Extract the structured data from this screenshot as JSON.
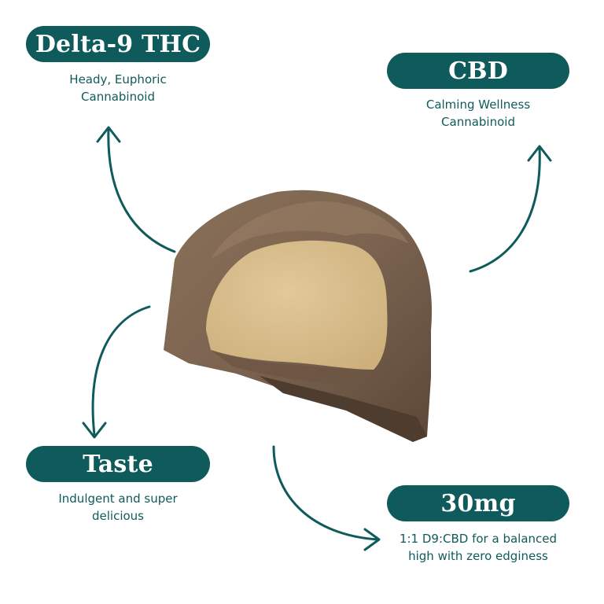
{
  "colors": {
    "accent": "#0f5b5b",
    "shell": "#7a6350",
    "filling": "#d9bf8d"
  },
  "callouts": {
    "thc": {
      "title": "Delta-9 THC",
      "description": "Heady, Euphoric\nCannabinoid"
    },
    "cbd": {
      "title": "CBD",
      "description": "Calming Wellness\nCannabinoid"
    },
    "taste": {
      "title": "Taste",
      "description": "Indulgent and super\ndelicious"
    },
    "dose": {
      "title": "30mg",
      "description": "1:1 D9:CBD for a balanced\nhigh with zero edginess"
    }
  },
  "image": {
    "subject": "chocolate-peanut-butter-cup-cross-section"
  }
}
